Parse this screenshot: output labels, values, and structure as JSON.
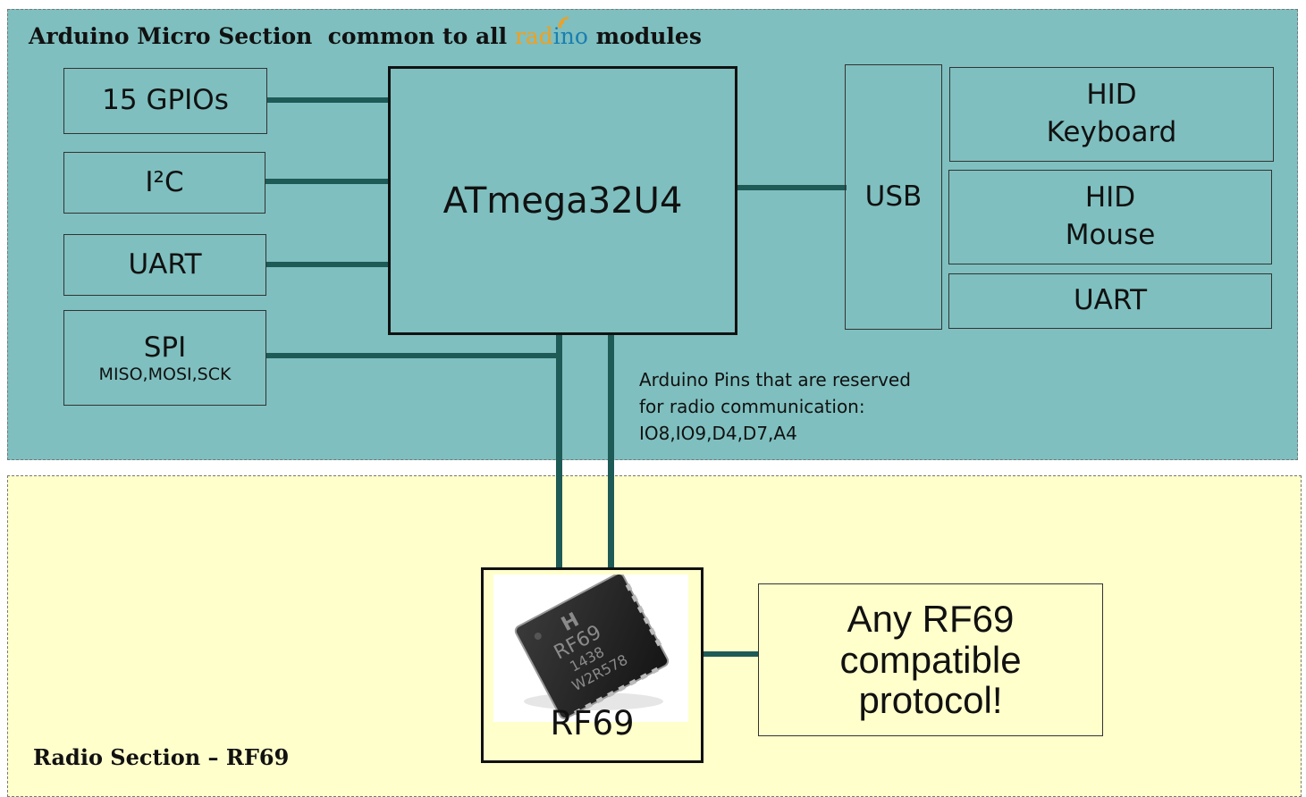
{
  "micro_section": {
    "title_part1": "Arduino Micro Section  common to all",
    "logo_part1": "rad",
    "logo_part2": "ino",
    "title_part2": "modules"
  },
  "left_boxes": {
    "gpio": "15 GPIOs",
    "i2c": "I²C",
    "uart": "UART",
    "spi": "SPI",
    "spi_pins": "MISO,MOSI,SCK"
  },
  "mcu": "ATmega32U4",
  "usb": "USB",
  "right_boxes": {
    "keyboard_line1": "HID",
    "keyboard_line2": "Keyboard",
    "mouse_line1": "HID",
    "mouse_line2": "Mouse",
    "uart": "UART"
  },
  "reserved_note": {
    "line1": "Arduino Pins that are reserved",
    "line2": "for radio communication:",
    "line3": "IO8,IO9,D4,D7,A4"
  },
  "radio_section": {
    "title": "Radio Section – RF69"
  },
  "rf_module": {
    "label": "RF69",
    "chip_mark_logo": "H",
    "chip_mark_name": "RF69",
    "chip_mark_code1": "1438",
    "chip_mark_code2": "W2R578"
  },
  "protocol": {
    "line1": "Any RF69",
    "line2": "compatible",
    "line3": "protocol!"
  },
  "colors": {
    "micro_bg": "#7fbfbf",
    "radio_bg": "#ffffcc",
    "wire": "#1e5a56",
    "logo_orange": "#f0a020",
    "logo_blue": "#1a7fb0"
  }
}
